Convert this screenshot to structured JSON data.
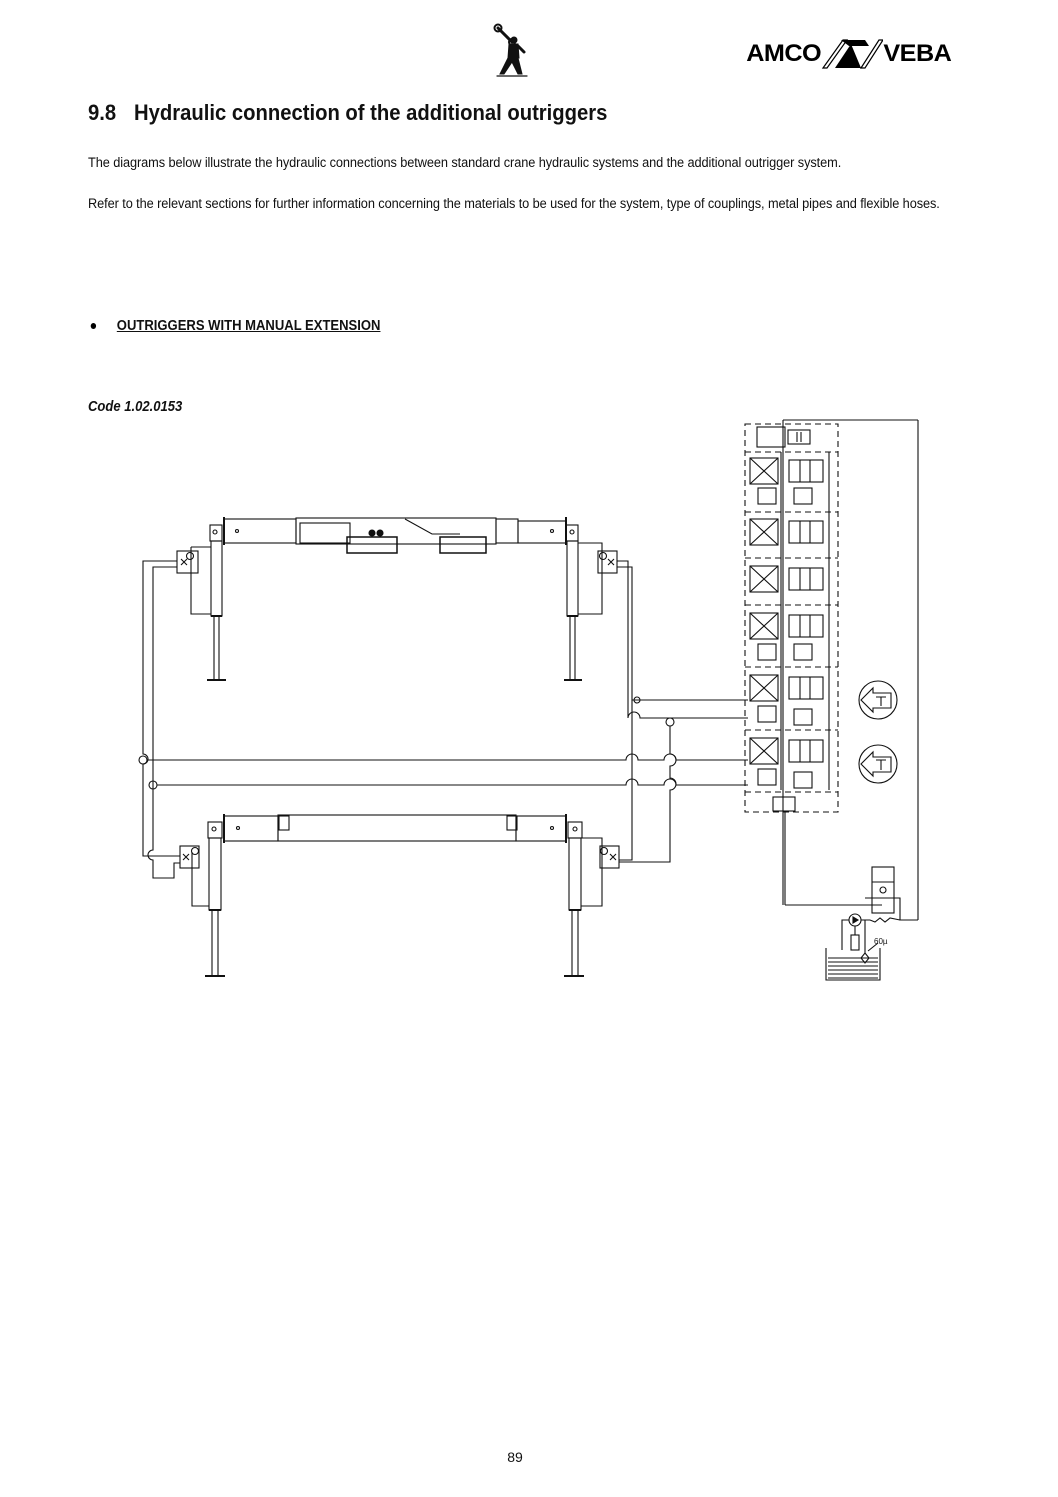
{
  "header": {
    "logo_icon": "mechanic-with-wrench-icon",
    "brand": {
      "left_text": "AMCO",
      "right_text": "VEBA",
      "mark_icon": "amco-veba-logo-mark"
    }
  },
  "section": {
    "number": "9.8",
    "title": "Hydraulic connection of the additional outriggers"
  },
  "paragraphs": [
    "The diagrams below illustrate the hydraulic connections between standard crane hydraulic systems and the additional outrigger system.",
    "Refer to the relevant sections for further information concerning the materials to be used for the system, type of couplings, metal pipes and flexible hoses."
  ],
  "bullet": {
    "label": "OUTRIGGERS WITH MANUAL EXTENSION"
  },
  "figure": {
    "code": "Code 1.02.0153",
    "filter_label": "60µ",
    "components": [
      "front-outrigger-beam",
      "rear-outrigger-beam",
      "outrigger-cylinder-left-front",
      "outrigger-cylinder-right-front",
      "outrigger-cylinder-left-rear",
      "outrigger-cylinder-right-rear",
      "control-valve-bank",
      "outrigger-extend-symbol",
      "outrigger-retract-symbol",
      "pump",
      "solenoid-valve",
      "oil-tank"
    ],
    "valve_sections": 6
  },
  "footer": {
    "page_number": "89"
  }
}
